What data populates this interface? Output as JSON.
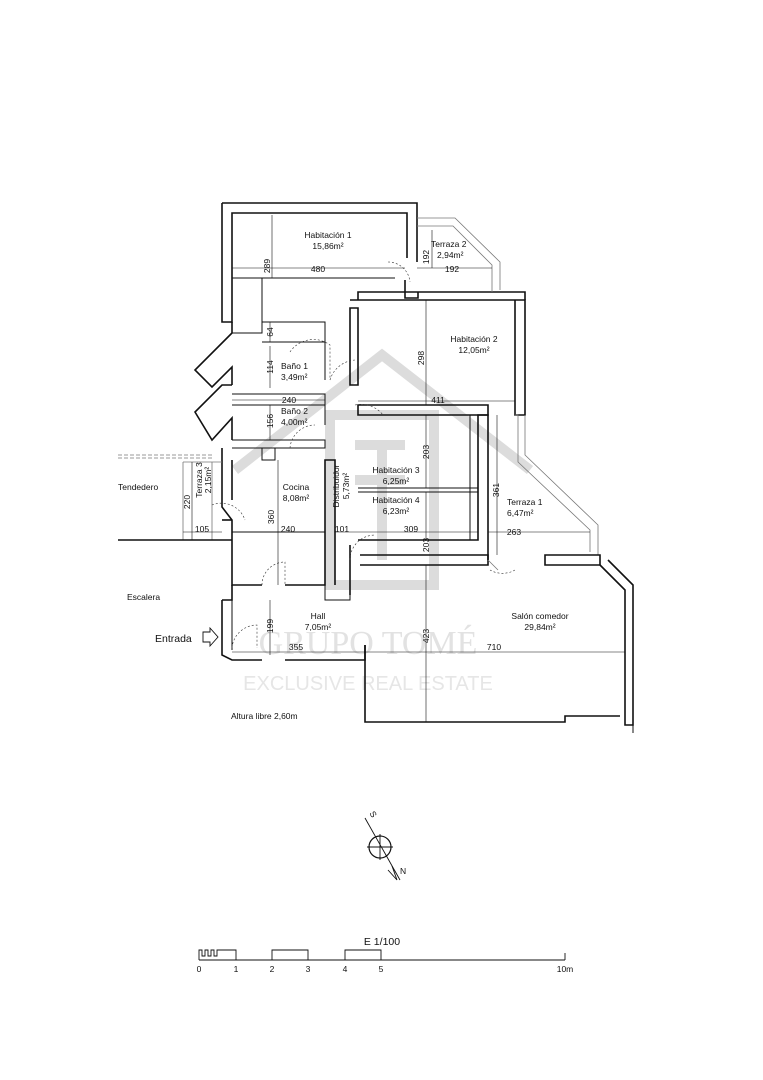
{
  "rooms": {
    "habitacion1": {
      "name": "Habitación 1",
      "area": "15,86m²"
    },
    "terraza2": {
      "name": "Terraza 2",
      "area": "2,94m²"
    },
    "habitacion2": {
      "name": "Habitación 2",
      "area": "12,05m²"
    },
    "bano1": {
      "name": "Baño 1",
      "area": "3,49m²"
    },
    "bano2": {
      "name": "Baño 2",
      "area": "4,00m²"
    },
    "habitacion3": {
      "name": "Habitación 3",
      "area": "6,25m²"
    },
    "habitacion4": {
      "name": "Habitación 4",
      "area": "6,23m²"
    },
    "cocina": {
      "name": "Cocina",
      "area": "8,08m²"
    },
    "distribuidor": {
      "name": "Distribuidor",
      "area": "5,73m²"
    },
    "terraza3": {
      "name": "Terraza 3",
      "area": "2,15m²"
    },
    "terraza1": {
      "name": "Terraza 1",
      "area": "6,47m²"
    },
    "hall": {
      "name": "Hall",
      "area": "7,05m²"
    },
    "salon": {
      "name": "Salón comedor",
      "area": "29,84m²"
    }
  },
  "labels": {
    "tendedero": "Tendedero",
    "escalera": "Escalera",
    "entrada": "Entrada",
    "altura": "Altura libre 2,60m"
  },
  "dimensions": {
    "d289": "289",
    "d480": "480",
    "d192a": "192",
    "d192b": "192",
    "d298": "298",
    "d64": "64",
    "d114": "114",
    "d240a": "240",
    "d411": "411",
    "d156": "156",
    "d203a": "203",
    "d203b": "203",
    "d361": "361",
    "d220": "220",
    "d105": "105",
    "d360": "360",
    "d240b": "240",
    "d101": "101",
    "d309": "309",
    "d263": "263",
    "d199": "199",
    "d355": "355",
    "d423": "423",
    "d710": "710"
  },
  "watermark": {
    "line1": "GRUPO TOMÉ",
    "line2": "EXCLUSIVE REAL ESTATE"
  },
  "compass": {
    "s": "S",
    "n": "N"
  },
  "scale": {
    "title": "E 1/100",
    "ticks": [
      "0",
      "1",
      "2",
      "3",
      "4",
      "5",
      "10m"
    ]
  }
}
